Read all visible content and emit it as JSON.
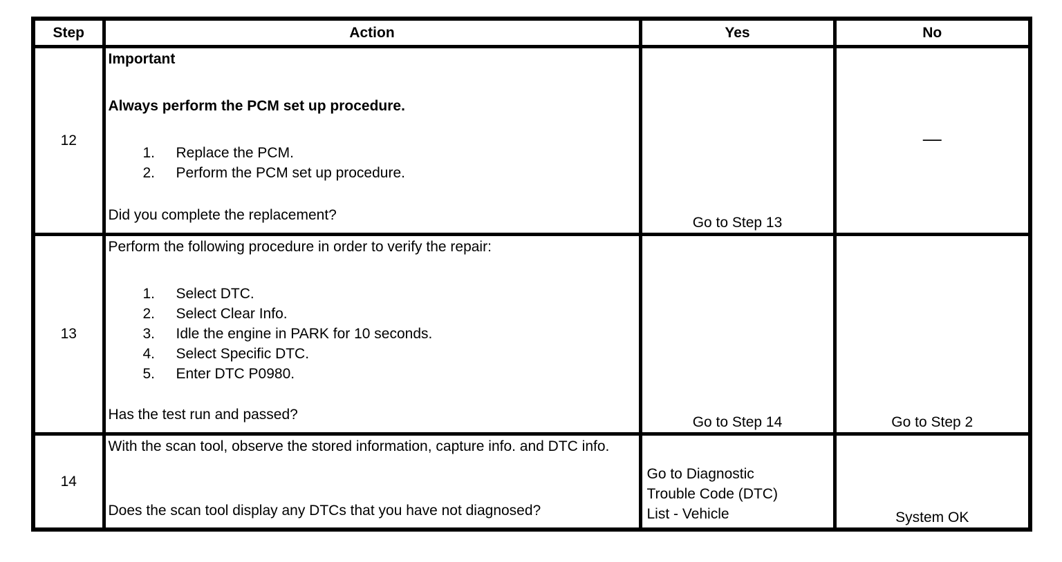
{
  "colors": {
    "background": "#ffffff",
    "text": "#000000",
    "border": "#000000"
  },
  "table": {
    "headers": [
      "Step",
      "Action",
      "Yes",
      "No"
    ],
    "rows": [
      {
        "step": "12",
        "action": {
          "heading": "Important",
          "subheading": "Always perform the PCM set up procedure.",
          "list": [
            {
              "num": "1.",
              "text": "Replace the PCM."
            },
            {
              "num": "2.",
              "text": "Perform the PCM set up procedure."
            }
          ],
          "question": "Did you complete the replacement?"
        },
        "yes": "Go to Step 13",
        "no": "—"
      },
      {
        "step": "13",
        "action": {
          "intro": "Perform the following procedure in order to verify the repair:",
          "list": [
            {
              "num": "1.",
              "text": "Select DTC."
            },
            {
              "num": "2.",
              "text": "Select Clear Info."
            },
            {
              "num": "3.",
              "text": "Idle the engine in PARK for 10 seconds."
            },
            {
              "num": "4.",
              "text": "Select Specific DTC."
            },
            {
              "num": "5.",
              "text": "Enter DTC P0980."
            }
          ],
          "question": "Has the test run and passed?"
        },
        "yes": "Go to Step 14",
        "no": "Go to Step 2"
      },
      {
        "step": "14",
        "action": {
          "intro": "With the scan tool, observe the stored information, capture info. and DTC info.",
          "question": "Does the scan tool display any DTCs that you have not diagnosed?"
        },
        "yes": "Go to Diagnostic Trouble Code (DTC) List - Vehicle",
        "no": "System OK"
      }
    ]
  }
}
